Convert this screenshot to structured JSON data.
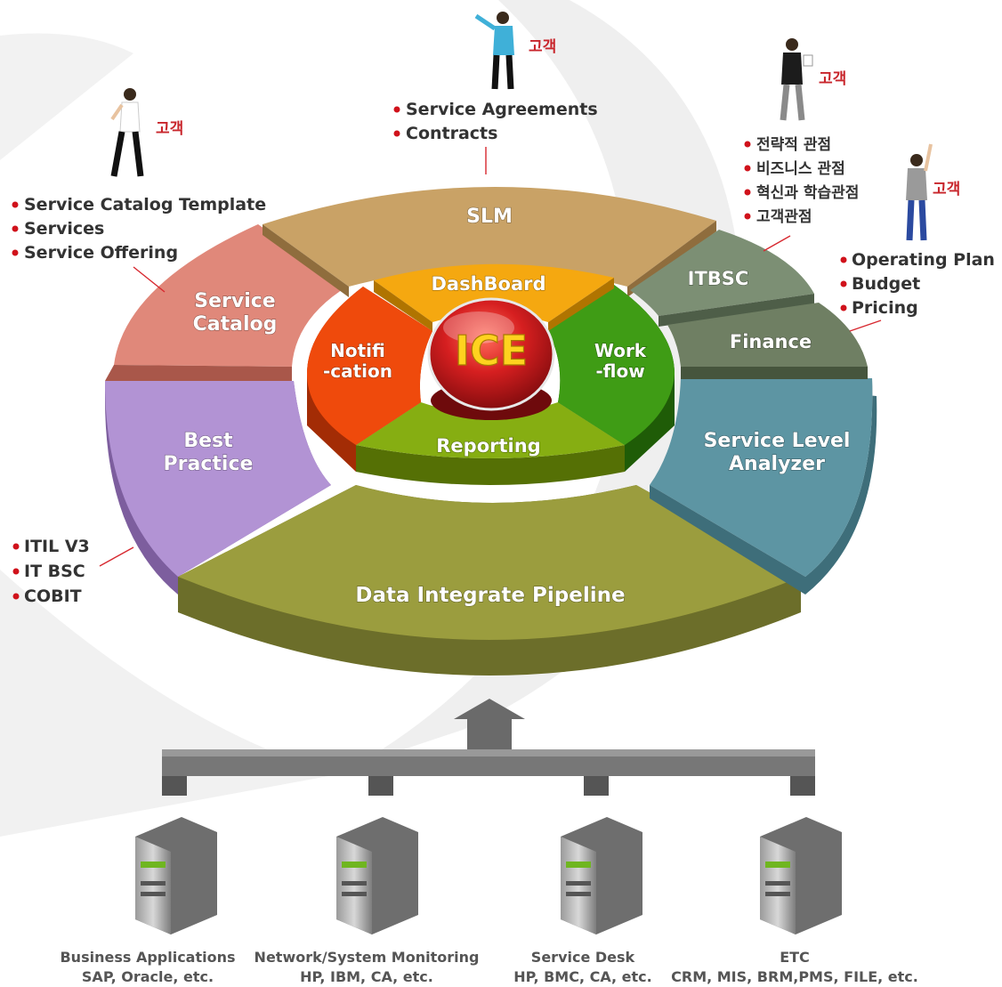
{
  "center": {
    "label": "ICE"
  },
  "inner_ring": {
    "dashboard": "DashBoard",
    "notification": [
      "Notifi",
      "-cation"
    ],
    "workflow": [
      "Work",
      "-flow"
    ],
    "reporting": "Reporting"
  },
  "outer_ring": {
    "slm": "SLM",
    "service_catalog": [
      "Service",
      "Catalog"
    ],
    "itbsc": "ITBSC",
    "finance": "Finance",
    "best_practice": [
      "Best",
      "Practice"
    ],
    "service_level_analyzer": [
      "Service Level",
      "Analyzer"
    ],
    "data_pipeline": "Data Integrate Pipeline"
  },
  "callouts": {
    "service_catalog": [
      "Service Catalog Template",
      "Services",
      "Service Offering"
    ],
    "slm": [
      "Service Agreements",
      "Contracts"
    ],
    "itbsc": [
      "전략적 관점",
      "비즈니스 관점",
      "혁신과 학습관점",
      "고객관점"
    ],
    "finance": [
      "Operating Plan",
      "Budget",
      "Pricing"
    ],
    "best_practice": [
      "ITIL V3",
      "IT BSC",
      "COBIT"
    ]
  },
  "people": {
    "left": "고객",
    "top": "고객",
    "right": "고객",
    "far_right": "고객"
  },
  "servers": [
    {
      "title": "Business Applications",
      "detail": "SAP, Oracle, etc."
    },
    {
      "title": "Network/System Monitoring",
      "detail": "HP, IBM, CA, etc."
    },
    {
      "title": "Service Desk",
      "detail": "HP, BMC, CA, etc."
    },
    {
      "title": "ETC",
      "detail": "CRM, MIS, BRM,PMS, FILE, etc."
    }
  ],
  "colors": {
    "slm": "#c9a266",
    "service_catalog": "#e0887a",
    "itbsc": "#7c8f74",
    "finance": "#6f7f63",
    "best_practice": "#b293d4",
    "service_level_analyzer": "#5d95a3",
    "data_pipeline": "#9b9d3e",
    "dashboard": "#f5a810",
    "notification": "#ef4a0c",
    "workflow": "#3f9c15",
    "reporting": "#86ae12",
    "ice": "#cc1b1f"
  }
}
